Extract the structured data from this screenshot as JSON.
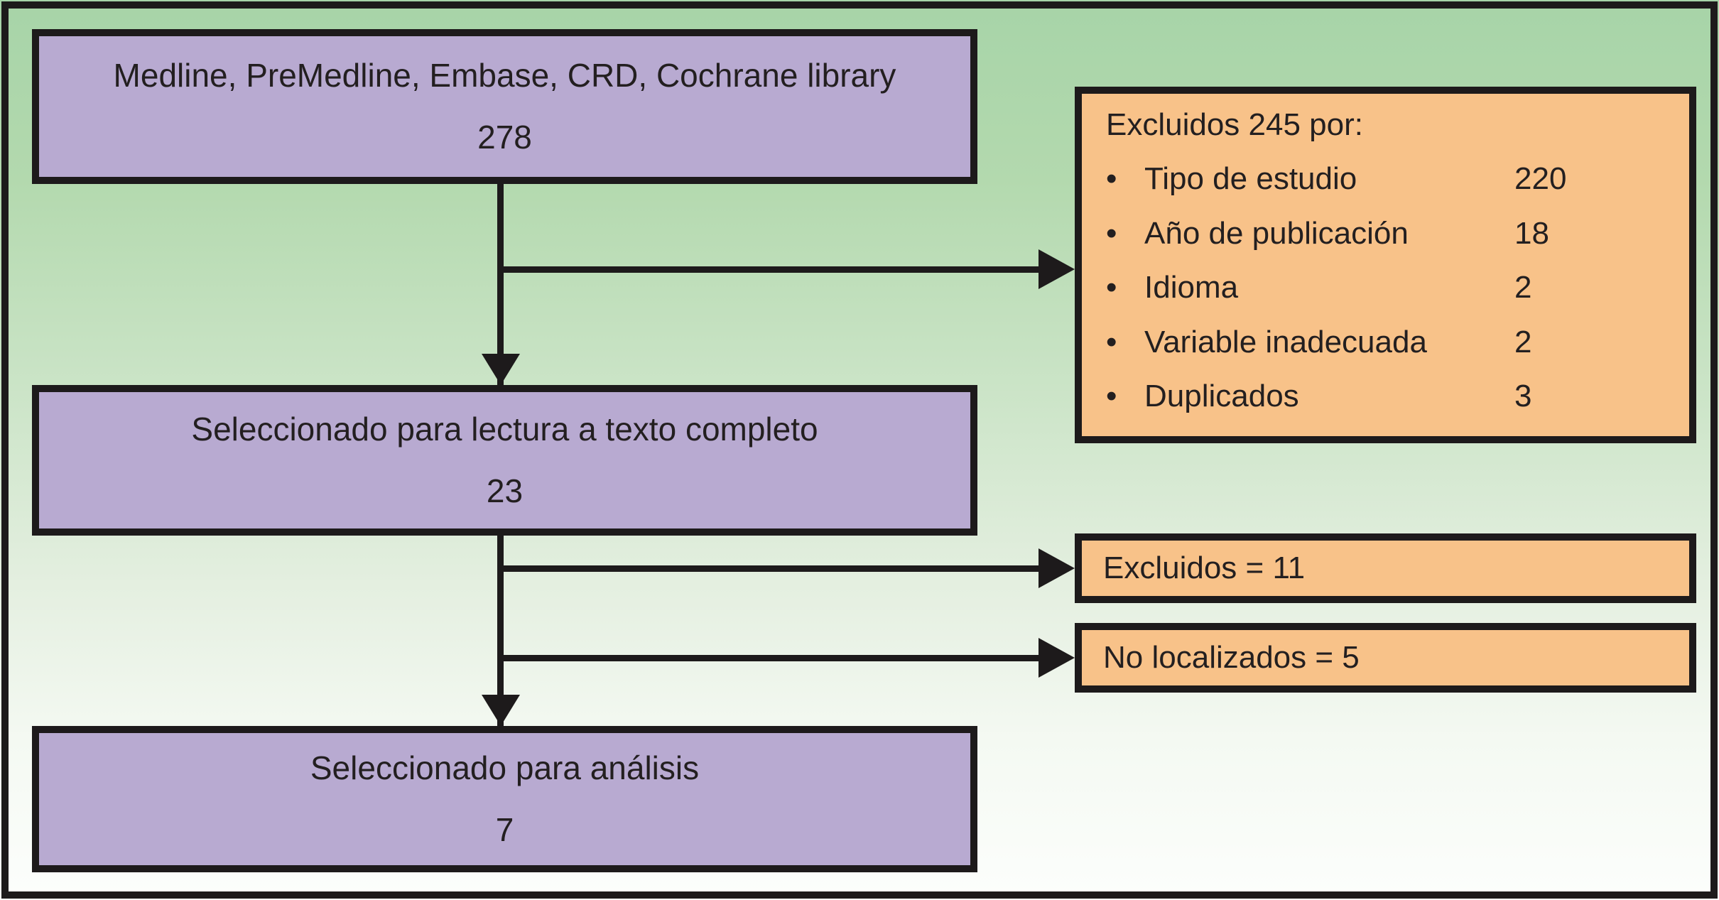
{
  "diagram": {
    "colors": {
      "node_purple": "#b8aad1",
      "node_orange": "#f8c289",
      "border_black": "#1d1a1b",
      "background_top_green": "#a7d4a8",
      "background_bottom_white": "#fcfefc",
      "text": "#231f20"
    },
    "nodes": {
      "sources": {
        "label": "Medline, PreMedline, Embase, CRD, Cochrane library",
        "count": "278"
      },
      "excluded_reasons": {
        "title": "Excluidos 245 por:",
        "bullet": "•",
        "items": [
          {
            "label": "Tipo de estudio",
            "value": "220"
          },
          {
            "label": "Año de publicación",
            "value": "18"
          },
          {
            "label": "Idioma",
            "value": "2"
          },
          {
            "label": "Variable inadecuada",
            "value": "2"
          },
          {
            "label": "Duplicados",
            "value": "3"
          }
        ]
      },
      "fulltext": {
        "label": "Seleccionado para lectura a texto completo",
        "count": "23"
      },
      "excluded_total": {
        "label": "Excluidos = 11"
      },
      "not_found": {
        "label": "No localizados = 5"
      },
      "analysis": {
        "label": "Seleccionado para análisis",
        "count": "7"
      }
    }
  }
}
